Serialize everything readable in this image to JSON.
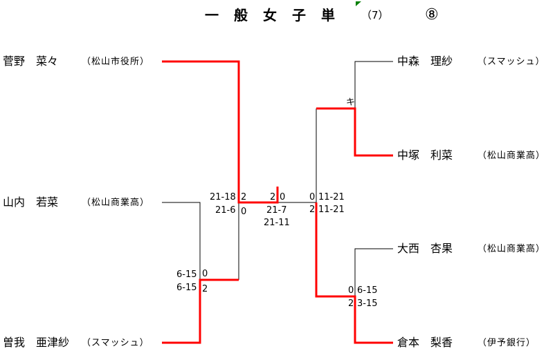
{
  "title": {
    "event": "一般女子単",
    "sub": "（7）",
    "number": "⑧"
  },
  "colors": {
    "winner_line": "#ff0000",
    "line": "#000000",
    "marker": "#008000"
  },
  "players": [
    {
      "name": "菅野　菜々",
      "affiliation": "（松山市役所）"
    },
    {
      "name": "山内　若菜",
      "affiliation": "（松山商業高）"
    },
    {
      "name": "曽我　亜津紗",
      "affiliation": "（スマッシュ）"
    },
    {
      "name": "中森　理紗",
      "affiliation": "（スマッシュ）"
    },
    {
      "name": "中塚　利菜",
      "affiliation": "（松山商業高）"
    },
    {
      "name": "大西　杏果",
      "affiliation": "（松山商業高）"
    },
    {
      "name": "倉本　梨香",
      "affiliation": "（伊予銀行）"
    }
  ],
  "matches": {
    "left_first": {
      "games": [
        "6-15",
        "6-15"
      ],
      "top_score": "0",
      "bottom_score": "2"
    },
    "left_semi": {
      "games": [
        "21-18",
        "21-6"
      ],
      "top_score": "2",
      "bottom_score": "0"
    },
    "final": {
      "left_score": "2",
      "right_score": "0",
      "games": [
        "21-7",
        "21-11"
      ]
    },
    "right_semi": {
      "games": [
        "11-21",
        "11-21"
      ],
      "top_score": "0",
      "bottom_score": "2"
    },
    "right_first_top": {
      "mark": "キ"
    },
    "right_first_bottom": {
      "games": [
        "6-15",
        "3-15"
      ],
      "top_score": "0",
      "bottom_score": "2"
    }
  }
}
